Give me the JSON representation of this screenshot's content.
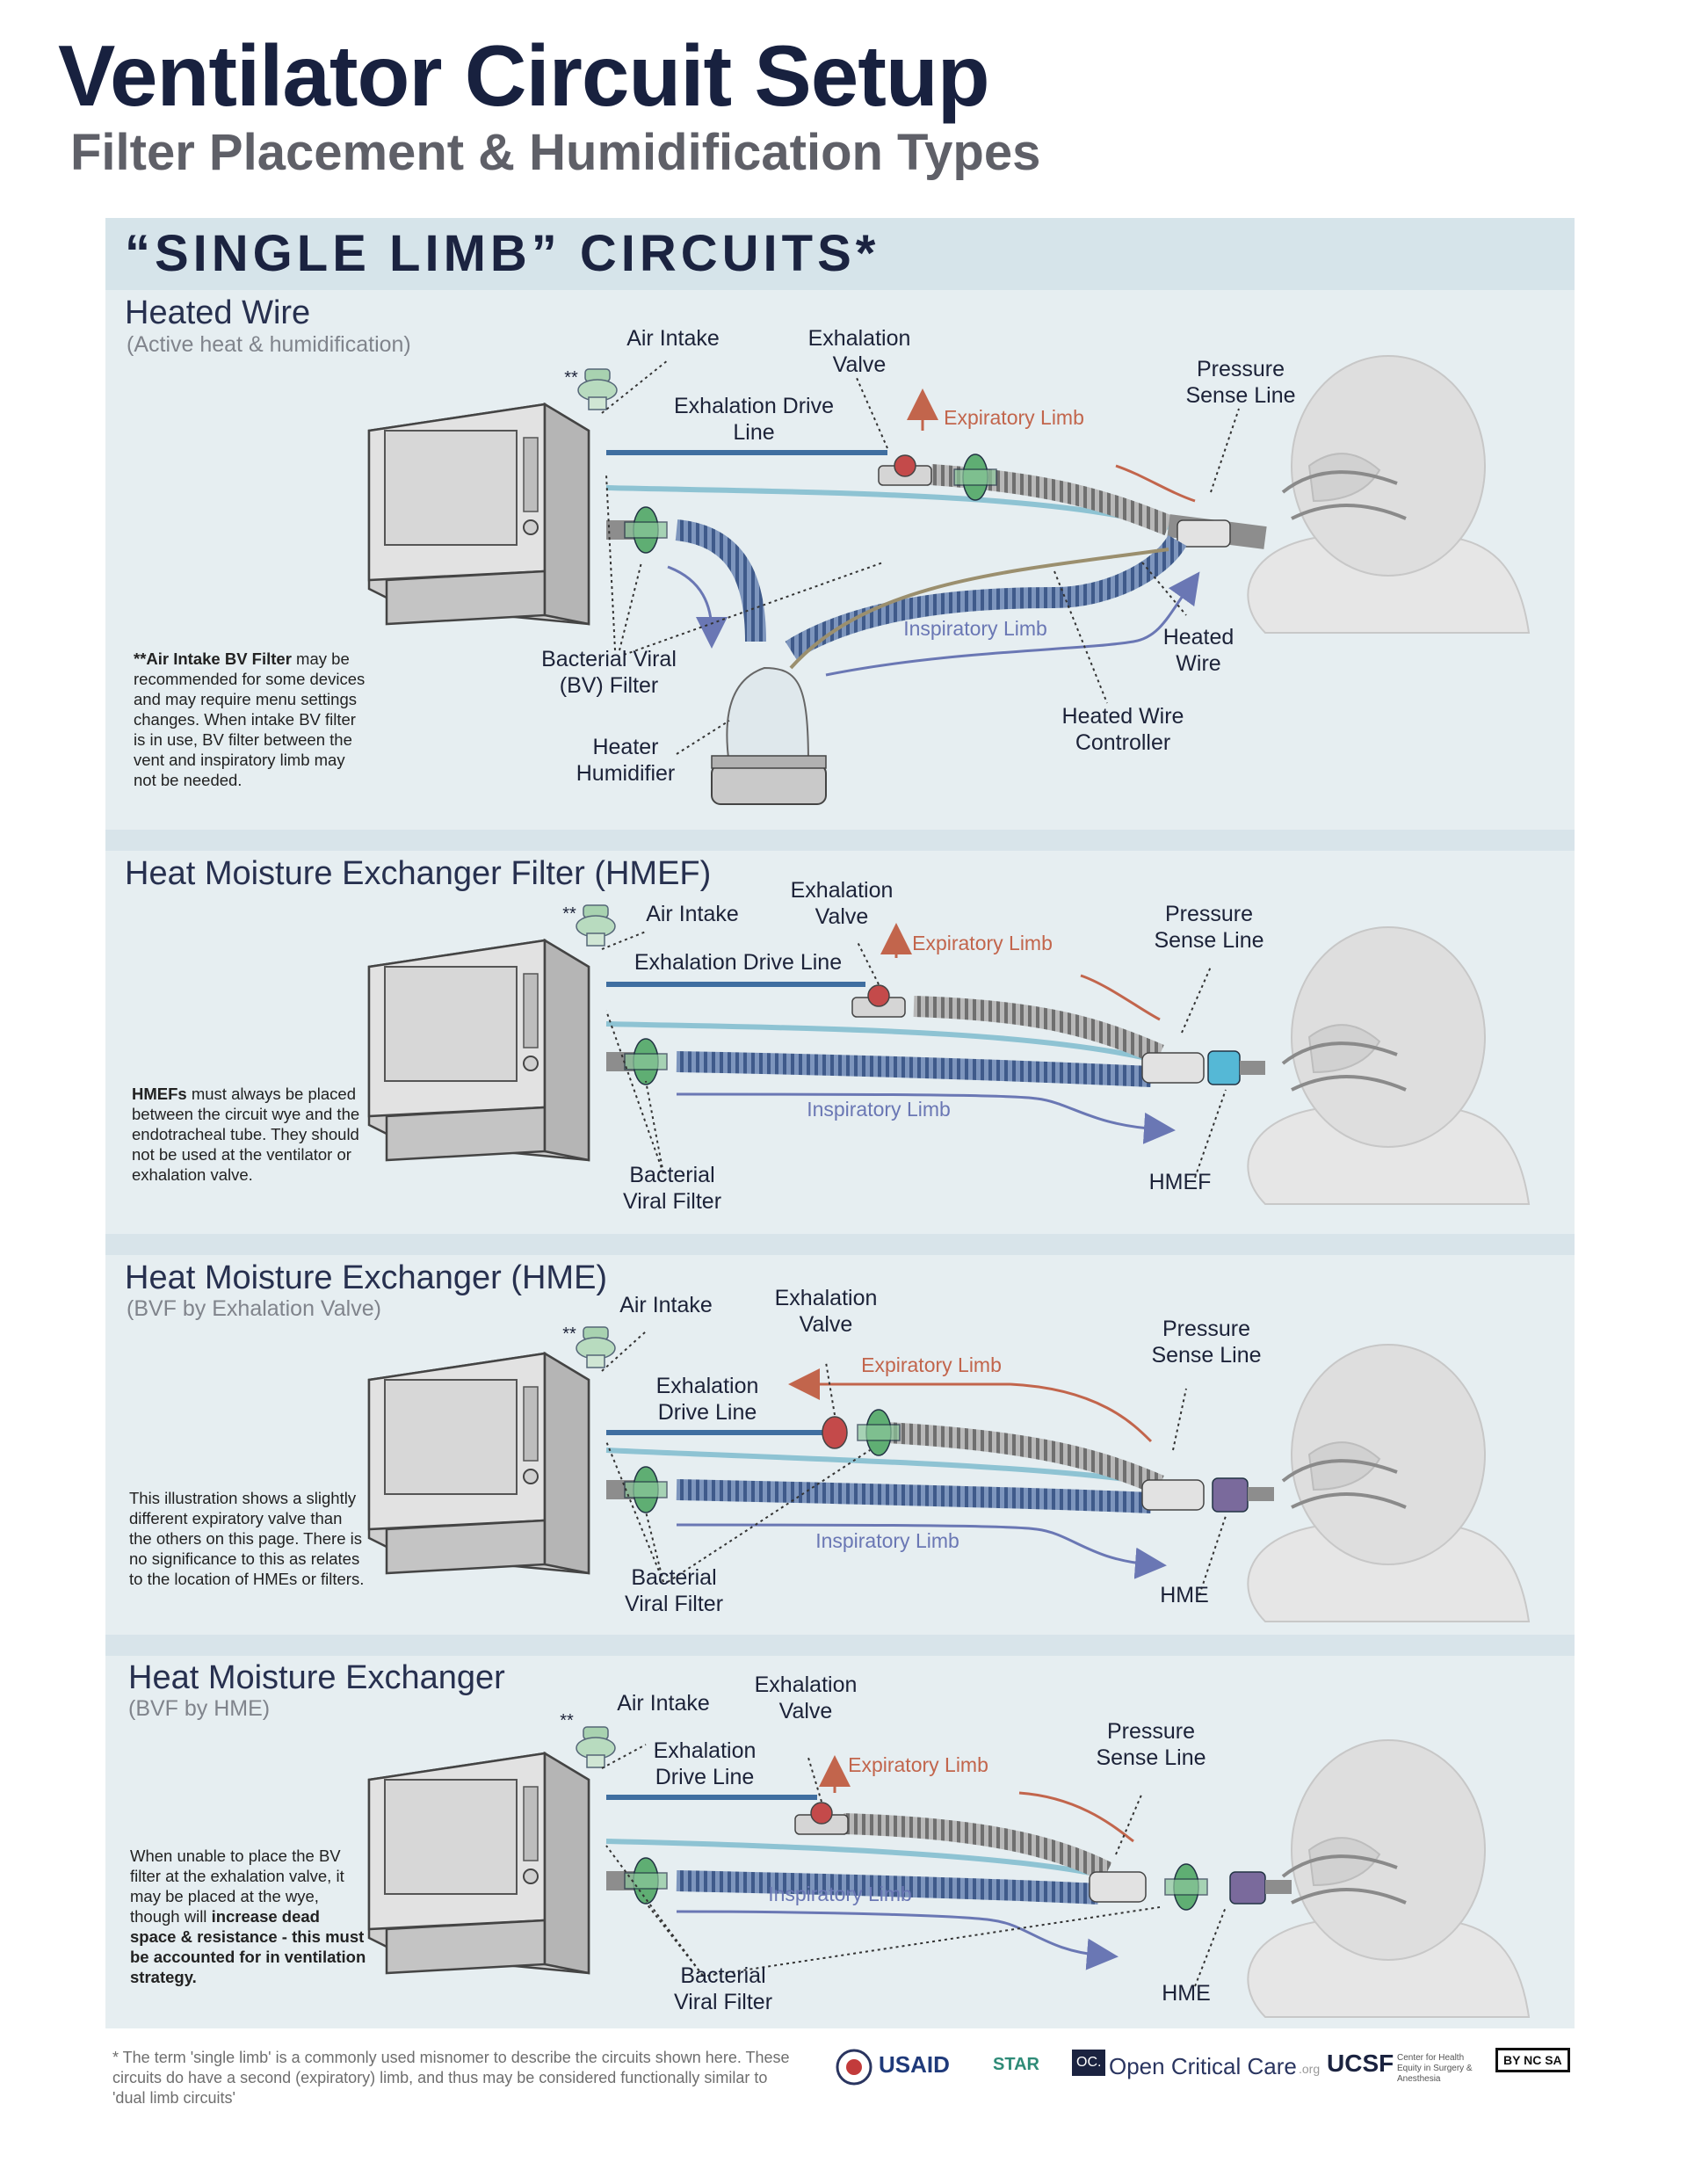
{
  "header": {
    "title": "Ventilator Circuit Setup",
    "subtitle": "Filter Placement & Humidification Types"
  },
  "banner": "“SINGLE LIMB” CIRCUITS*",
  "panels": [
    {
      "title": "Heated Wire",
      "subtitle": "(Active heat & humidification)",
      "note_bold": "**Air Intake BV Filter",
      "note_rest": " may be recommended for some devices and may require menu settings changes. When intake BV filter is in use, BV filter between the vent and inspiratory limb may not be needed.",
      "labels": {
        "air_intake": "Air Intake",
        "exhalation_valve": "Exhalation Valve",
        "exhalation_drive_line": "Exhalation Drive Line",
        "expiratory_limb": "Expiratory Limb",
        "pressure_sense_line": "Pressure Sense Line",
        "inspiratory_limb": "Inspiratory Limb",
        "bv_filter": "Bacterial Viral (BV) Filter",
        "heated_wire": "Heated Wire",
        "heated_wire_controller": "Heated Wire Controller",
        "heater_humidifier": "Heater Humidifier",
        "stars": "**"
      }
    },
    {
      "title": "Heat Moisture Exchanger Filter (HMEF)",
      "note_bold": "HMEFs",
      "note_rest": " must always be placed between the circuit wye and the endotracheal tube. They should not be used at the ventilator or exhalation valve.",
      "labels": {
        "air_intake": "Air Intake",
        "exhalation_valve": "Exhalation Valve",
        "exhalation_drive_line": "Exhalation Drive Line",
        "expiratory_limb": "Expiratory Limb",
        "pressure_sense_line": "Pressure Sense Line",
        "inspiratory_limb": "Inspiratory Limb",
        "bv_filter": "Bacterial Viral Filter",
        "hmef": "HMEF",
        "stars": "**"
      }
    },
    {
      "title": "Heat Moisture Exchanger (HME)",
      "subtitle": "(BVF by Exhalation Valve)",
      "note_rest": "This illustration shows a slightly different expiratory valve than the others on this page. There is no significance to this as relates to the location of HMEs or filters.",
      "labels": {
        "air_intake": "Air Intake",
        "exhalation_valve": "Exhalation Valve",
        "exhalation_drive_line": "Exhalation Drive Line",
        "expiratory_limb": "Expiratory Limb",
        "pressure_sense_line": "Pressure Sense Line",
        "inspiratory_limb": "Inspiratory Limb",
        "bv_filter": "Bacterial Viral Filter",
        "hme": "HME",
        "stars": "**"
      }
    },
    {
      "title": "Heat Moisture Exchanger",
      "subtitle": "(BVF by HME)",
      "note_rest": "When unable to place the BV filter at the exhalation valve, it may be placed at the wye, though will ",
      "note_bold": "increase dead space & resistance - this must be accounted for in ventilation strategy.",
      "labels": {
        "air_intake": "Air Intake",
        "exhalation_valve": "Exhalation Valve",
        "exhalation_drive_line": "Exhalation Drive Line",
        "expiratory_limb": "Expiratory Limb",
        "pressure_sense_line": "Pressure Sense Line",
        "inspiratory_limb": "Inspiratory Limb",
        "bv_filter": "Bacterial Viral Filter",
        "hme": "HME",
        "stars": "**"
      }
    }
  ],
  "footnote": "* The term 'single limb' is a commonly used misnomer to describe the circuits shown here. These circuits do have a second (expiratory) limb, and thus may be considered functionally similar to 'dual limb circuits'",
  "logos": {
    "usaid": "USAID",
    "star": "STAR",
    "occ_badge": "OC.",
    "occ": "Open Critical Care",
    "occ_suffix": ".org",
    "ucsf": "UCSF",
    "ucsf_sub": "Center for Health Equity in Surgery & Anesthesia",
    "cc": "BY NC SA"
  },
  "colors": {
    "expiratory": "#c2654c",
    "inspiratory": "#6a77b4",
    "filter_green": "#4e9a62",
    "hmef_blue": "#55b8d6",
    "hme_purple": "#7a6a9c",
    "tube_blue": "#5e78a4",
    "tube_grey": "#9a9a9a"
  }
}
